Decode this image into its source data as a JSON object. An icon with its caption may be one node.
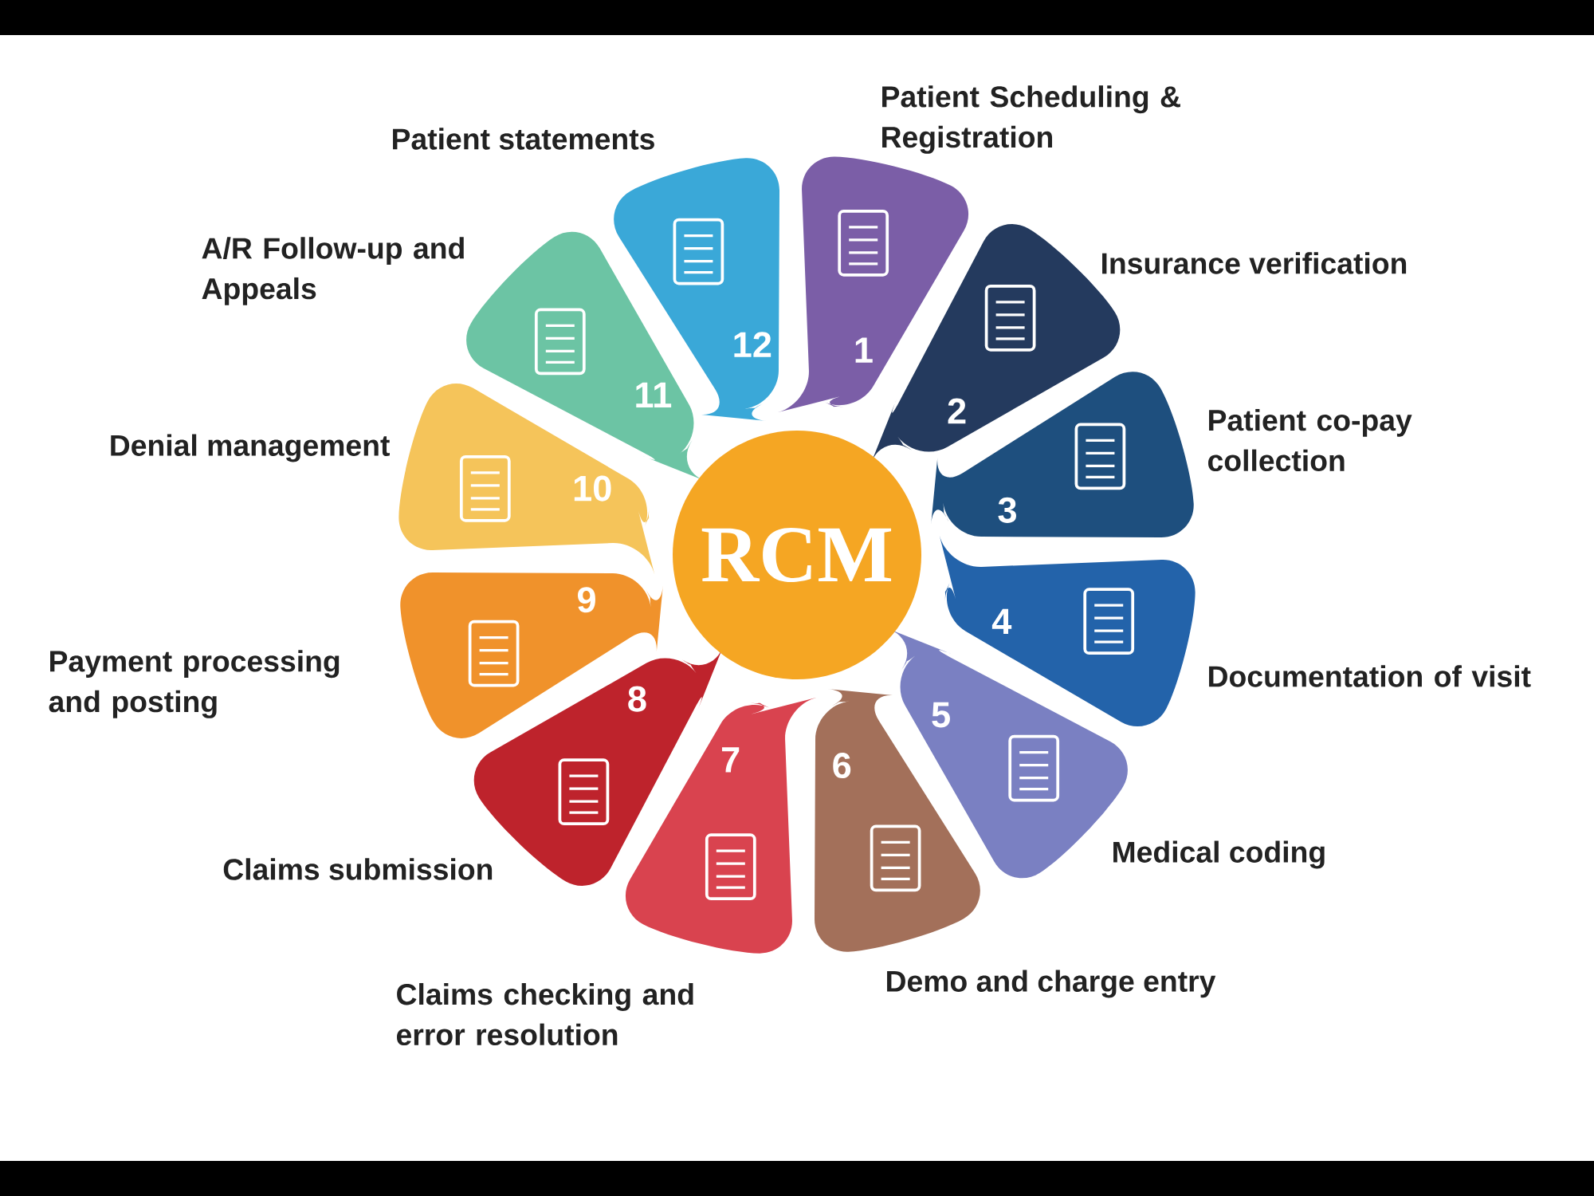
{
  "diagram": {
    "nodes": [
      {
        "text": [
          "RCM"
        ]
      },
      {
        "text": [
          "1"
        ],
        "beside": [
          "Patient Scheduling & Registration"
        ]
      },
      {
        "text": [
          "2"
        ],
        "beside": [
          "Insurance verification"
        ]
      },
      {
        "text": [
          "3"
        ],
        "beside": [
          "Patient co-pay collection"
        ]
      },
      {
        "text": [
          "4"
        ],
        "beside": [
          "Documentation of visit"
        ]
      },
      {
        "text": [
          "5"
        ],
        "beside": [
          "Medical coding"
        ]
      },
      {
        "text": [
          "6"
        ],
        "beside": [
          "Demo and charge entry"
        ]
      },
      {
        "text": [
          "7"
        ],
        "beside": [
          "Claims checking and error resolution"
        ]
      },
      {
        "text": [
          "8"
        ],
        "beside": [
          "Claims submission"
        ]
      },
      {
        "text": [
          "9"
        ],
        "beside": [
          "Payment processing and posting"
        ]
      },
      {
        "text": [
          "10"
        ],
        "beside": [
          "Denial management"
        ]
      },
      {
        "text": [
          "11"
        ],
        "beside": [
          "A/R Follow-up and Appeals"
        ]
      },
      {
        "text": [
          "12"
        ],
        "beside": [
          "Patient statements"
        ]
      }
    ]
  }
}
